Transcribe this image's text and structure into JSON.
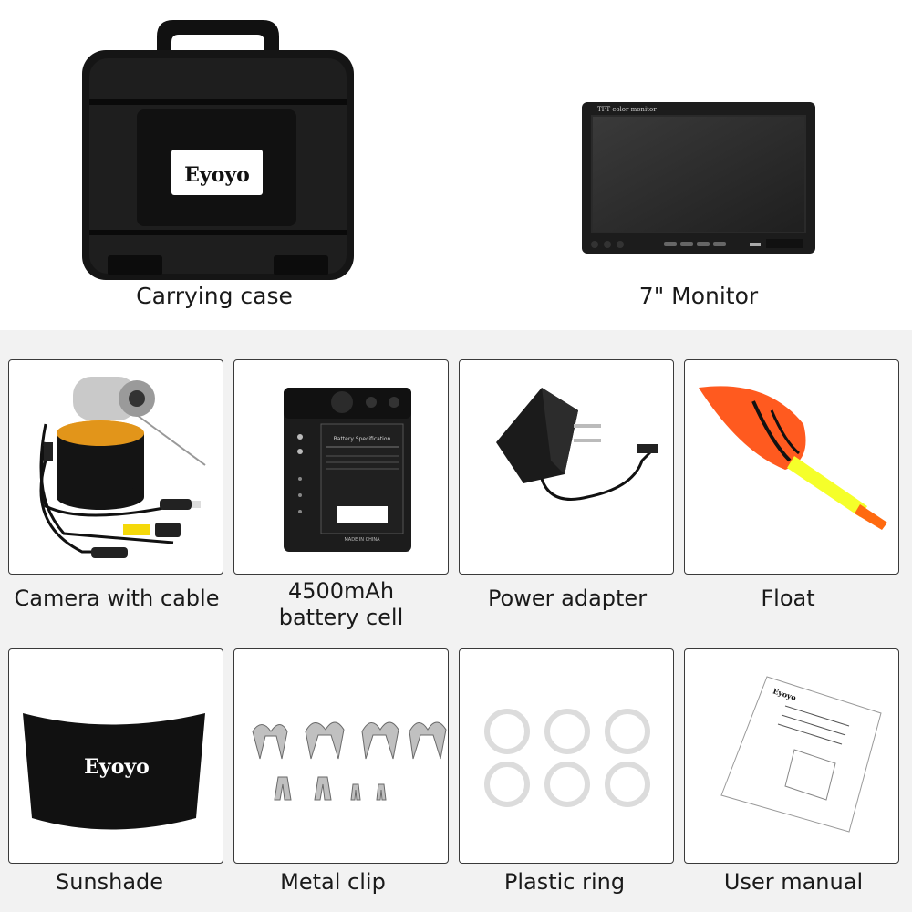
{
  "top_items": [
    {
      "label": "Carrying case",
      "brand": "Eyoyo"
    },
    {
      "label": "7\" Monitor",
      "screen_caption": "TFT color monitor"
    }
  ],
  "items": [
    {
      "label": "Camera with cable"
    },
    {
      "label_line1": "4500mAh",
      "label_line2": "battery cell",
      "spec_title": "Battery Specification",
      "made_in": "MADE IN CHINA"
    },
    {
      "label": "Power adapter"
    },
    {
      "label": "Float"
    },
    {
      "label": "Sunshade",
      "brand": "Eyoyo"
    },
    {
      "label": "Metal clip"
    },
    {
      "label": "Plastic ring"
    },
    {
      "label": "User manual",
      "brand": "Eyoyo"
    }
  ],
  "colors": {
    "page_bg": "#f2f2f2",
    "tile_bg": "#ffffff",
    "tile_border": "#3a3a3a",
    "float_orange": "#ff5a1f",
    "float_yellow": "#f5ff2a"
  }
}
